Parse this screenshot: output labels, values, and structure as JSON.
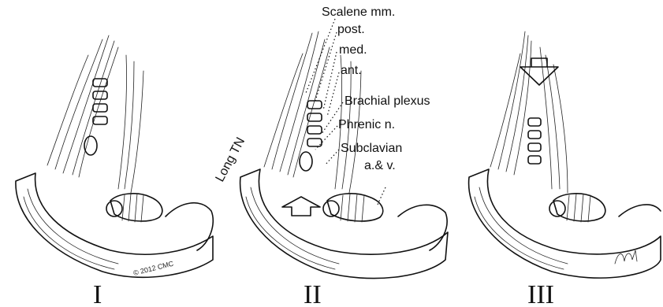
{
  "labels": {
    "scalene": "Scalene mm.",
    "post": "post.",
    "med": "med.",
    "ant": "ant.",
    "brachial": "Brachial plexus",
    "phrenic": "Phrenic n.",
    "subclavian": "Subclavian",
    "av": "a.& v.",
    "long_tn": "Long TN"
  },
  "panels": [
    "I",
    "II",
    "III"
  ],
  "copyright": "© 2012 CMC"
}
